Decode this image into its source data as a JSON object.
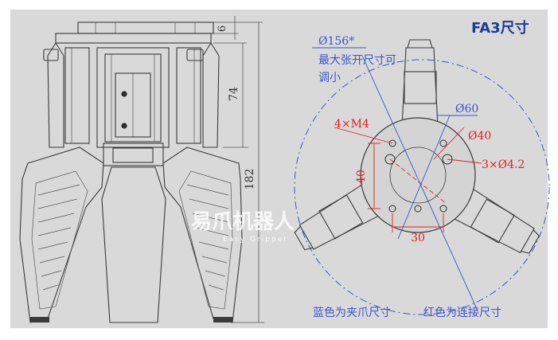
{
  "title": "FA3尺寸",
  "colors": {
    "background": "#d9d9d9",
    "blue": "#3b54c8",
    "red": "#e02020",
    "title": "#1f3a93",
    "drawing": "#3a3a3a"
  },
  "side_view": {
    "dims": {
      "top": "6",
      "middle": "74",
      "overall": "182"
    }
  },
  "top_view": {
    "open_diameter": "Ø156*",
    "open_note_line1": "最大张开尺寸可",
    "open_note_line2": "调小",
    "d60": "Ø60",
    "d40": "Ø40",
    "m4": "4×M4",
    "holes": "3×Ø4.2",
    "v40": "40",
    "h30": "30"
  },
  "watermark": {
    "cn": "易爪机器人",
    "en": "Easy Gripper"
  },
  "legend": {
    "blue": "蓝色为夹爪尺寸",
    "red": "红色为连接尺寸"
  }
}
